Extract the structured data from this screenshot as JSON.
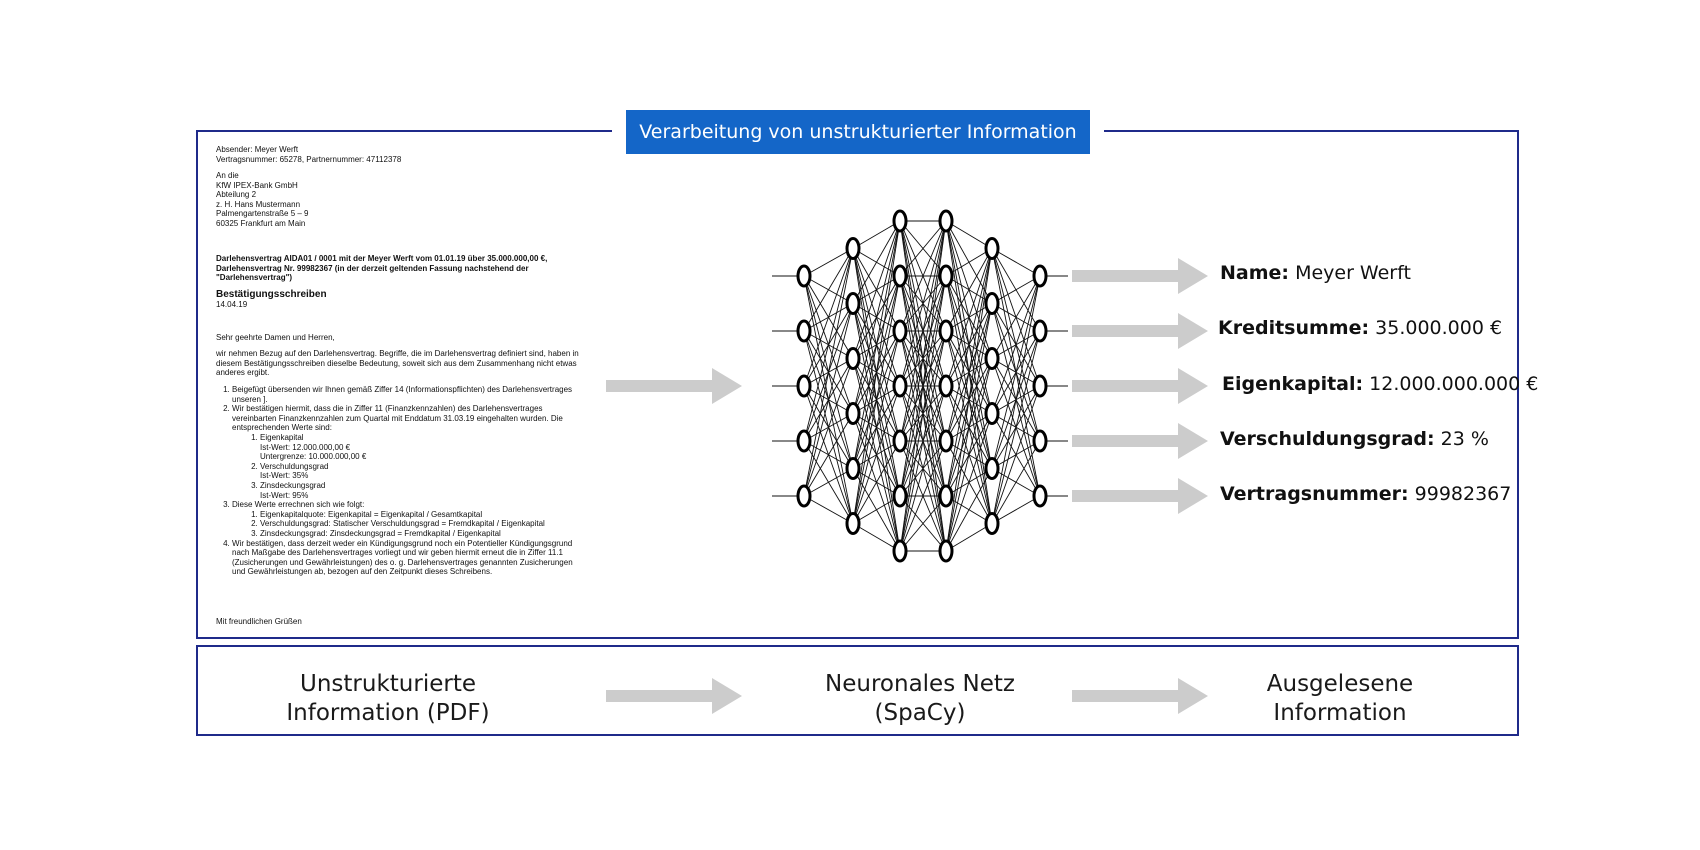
{
  "banner": "Verarbeitung von unstrukturierter Information",
  "document": {
    "sender": "Absender: Meyer Werft",
    "contract_line": "Vertragsnummer: 65278, Partnernummer: 47112378",
    "address": [
      "An die",
      "KfW IPEX-Bank GmbH",
      "Abteilung 2",
      "z. H. Hans Mustermann",
      "Palmengartenstraße 5 – 9",
      "60325 Frankfurt am Main"
    ],
    "subject": "Darlehensvertrag AIDA01 / 0001 mit der Meyer Werft vom 01.01.19 über 35.000.000,00 €, Darlehensvertrag Nr. 99982367 (in der derzeit geltenden Fassung nachstehend der \"Darlehensvertrag\")",
    "heading": "Bestätigungsschreiben",
    "date": "14.04.19",
    "salutation": "Sehr geehrte Damen und Herren,",
    "intro": "wir nehmen Bezug auf den Darlehensvertrag. Begriffe, die im Darlehensvertrag definiert sind, haben in diesem Bestätigungsschreiben dieselbe Bedeutung, soweit sich aus dem Zusammenhang nicht etwas anderes ergibt.",
    "item1": "Beigefügt übersenden wir Ihnen gemäß Ziffer 14 (Informationspflichten) des Darlehensvertrages unseren                 ].",
    "item2": "Wir bestätigen hiermit, dass die in Ziffer 11 (Finanzkennzahlen) des Darlehensvertrages vereinbarten Finanzkennzahlen zum Quartal mit Enddatum 31.03.19 eingehalten wurden. Die entsprechenden Werte sind:",
    "item2_sub": [
      {
        "name": "Eigenkapital",
        "lines": [
          "Ist-Wert: 12.000.000,00 €",
          "Untergrenze: 10.000.000,00 €"
        ]
      },
      {
        "name": "Verschuldungsgrad",
        "lines": [
          "Ist-Wert: 35%"
        ]
      },
      {
        "name": "Zinsdeckungsgrad",
        "lines": [
          "Ist-Wert: 95%"
        ]
      }
    ],
    "item3": "Diese Werte errechnen sich wie folgt:",
    "item3_sub": [
      "Eigenkapitalquote: Eigenkapital = Eigenkapital / Gesamtkapital",
      "Verschuldungsgrad: Statischer Verschuldungsgrad = Fremdkapital / Eigenkapital",
      "Zinsdeckungsgrad: Zinsdeckungsgrad = Fremdkapital / Eigenkapital"
    ],
    "item4": "Wir bestätigen, dass derzeit weder ein Kündigungsgrund noch ein Potentieller Kündigungsgrund nach Maßgabe des Darlehensvertrages vorliegt und wir geben hiermit erneut die in Ziffer 11.1 (Zusicherungen und Gewährleistungen) des o. g. Darlehensvertrages genannten Zusicherungen und Gewährleistungen ab, bezogen auf den Zeitpunkt dieses Schreibens.",
    "closing": "Mit freundlichen Grüßen"
  },
  "network": {
    "layers": [
      5,
      6,
      7,
      7,
      6,
      5
    ]
  },
  "fields": [
    {
      "label": "Name:",
      "value": "Meyer Werft"
    },
    {
      "label": "Kreditsumme:",
      "value": "35.000.000 €"
    },
    {
      "label": "Eigenkapital:",
      "value": "12.000.000.000 €"
    },
    {
      "label": "Verschuldungsgrad:",
      "value": "23 %"
    },
    {
      "label": "Vertragsnummer:",
      "value": "99982367"
    }
  ],
  "stages": [
    {
      "line1": "Unstrukturierte",
      "line2": "Information (PDF)"
    },
    {
      "line1": "Neuronales Netz",
      "line2": "(SpaCy)"
    },
    {
      "line1": "Ausgelesene",
      "line2": "Information"
    }
  ],
  "colors": {
    "frame": "#1f2a8a",
    "banner": "#1466c8",
    "arrow": "#cccccc"
  }
}
